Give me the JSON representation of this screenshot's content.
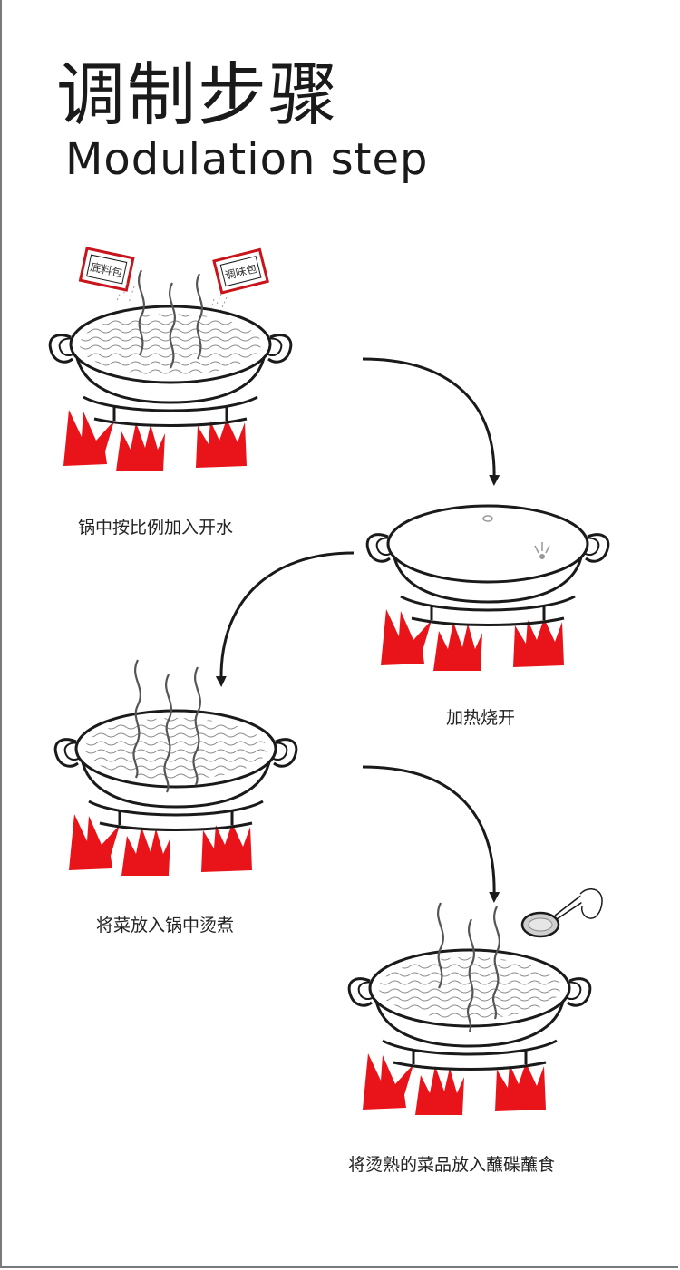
{
  "header": {
    "title_cn": "调制步骤",
    "title_en": "Modulation step"
  },
  "packets": {
    "left": "底料包",
    "right": "调味包"
  },
  "steps": [
    {
      "caption": "锅中按比例加入开水"
    },
    {
      "caption": "加热烧开"
    },
    {
      "caption": "将菜放入锅中烫煮"
    },
    {
      "caption": "将烫熟的菜品放入蘸碟蘸食"
    }
  ],
  "colors": {
    "flame": "#e8141a",
    "stroke": "#1a1a1a",
    "steam": "#555555",
    "arrow": "#1a1a1a"
  }
}
